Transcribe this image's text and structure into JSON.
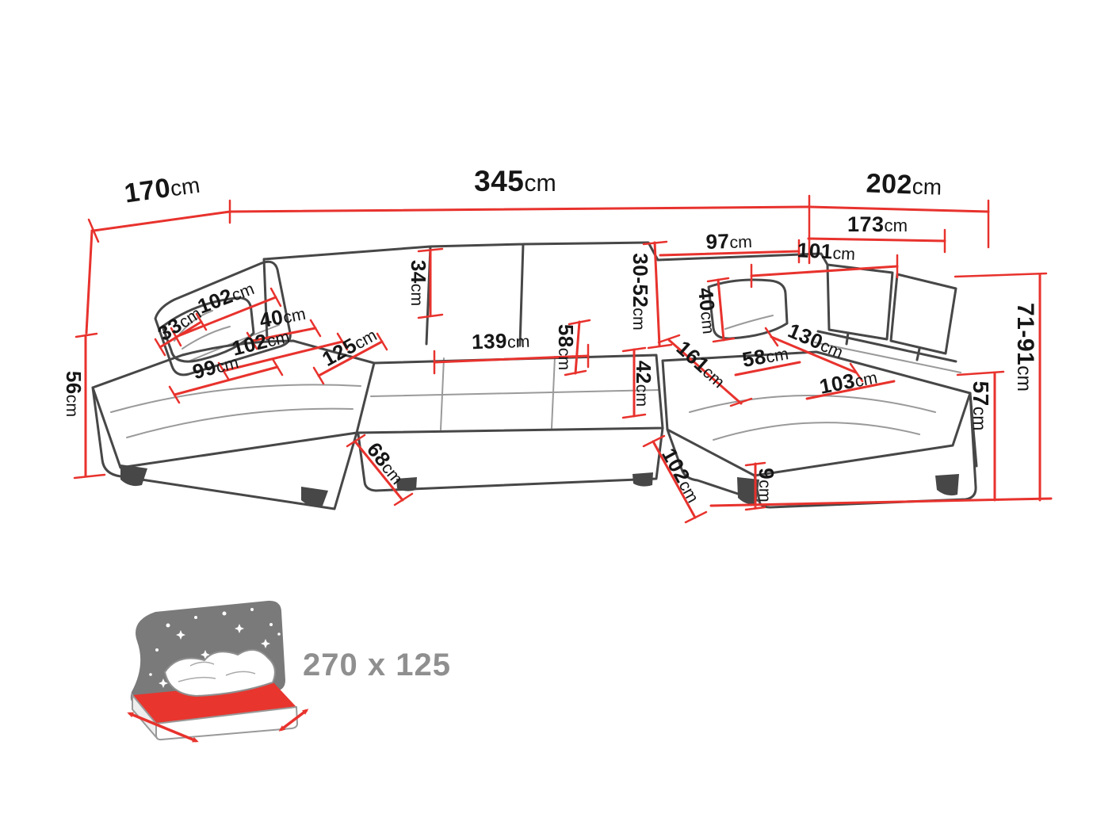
{
  "diagram": {
    "dims": {
      "total_width": {
        "v": "345",
        "u": "cm"
      },
      "left_depth": {
        "v": "170",
        "u": "cm"
      },
      "right_depth": {
        "v": "202",
        "u": "cm"
      },
      "right_inner": {
        "v": "173",
        "u": "cm"
      },
      "back_seat_width": {
        "v": "97",
        "u": "cm"
      },
      "back_corner": {
        "v": "101",
        "u": "cm"
      },
      "backrest_h": {
        "v": "34",
        "u": "cm"
      },
      "headrest_h": {
        "v": "30-52",
        "u": "cm"
      },
      "arm_top_len": {
        "v": "102",
        "u": "cm"
      },
      "arm_width": {
        "v": "33",
        "u": "cm"
      },
      "cushion_left": {
        "v": "40",
        "u": "cm"
      },
      "seat_left_len": {
        "v": "102",
        "u": "cm"
      },
      "seat_front_left": {
        "v": "99",
        "u": "cm"
      },
      "chaise_left_len": {
        "v": "125",
        "u": "cm"
      },
      "seat_center": {
        "v": "139",
        "u": "cm"
      },
      "seat_depth": {
        "v": "58",
        "u": "cm"
      },
      "cushion_right": {
        "v": "40",
        "u": "cm"
      },
      "chaise_right_len": {
        "v": "161",
        "u": "cm"
      },
      "seat_depth_right": {
        "v": "58",
        "u": "cm"
      },
      "back_right_len": {
        "v": "130",
        "u": "cm"
      },
      "seat_front_right": {
        "v": "103",
        "u": "cm"
      },
      "seat_height": {
        "v": "56",
        "u": "cm"
      },
      "front_height": {
        "v": "42",
        "u": "cm"
      },
      "front_depth_left": {
        "v": "68",
        "u": "cm"
      },
      "front_depth_right": {
        "v": "102",
        "u": "cm"
      },
      "leg_height": {
        "v": "9",
        "u": "cm"
      },
      "total_height": {
        "v": "71-91",
        "u": "cm"
      },
      "arm_height_right": {
        "v": "57",
        "u": "cm"
      }
    },
    "sleeping_area": {
      "size": "270 x 125"
    },
    "colors": {
      "dimension": "#e8322d",
      "outline": "#474747",
      "seam": "#9a9a9a",
      "text": "#161616",
      "muted": "#8f8f8f",
      "mattress": "#e8352e",
      "wall": "#7a7a7a"
    }
  }
}
